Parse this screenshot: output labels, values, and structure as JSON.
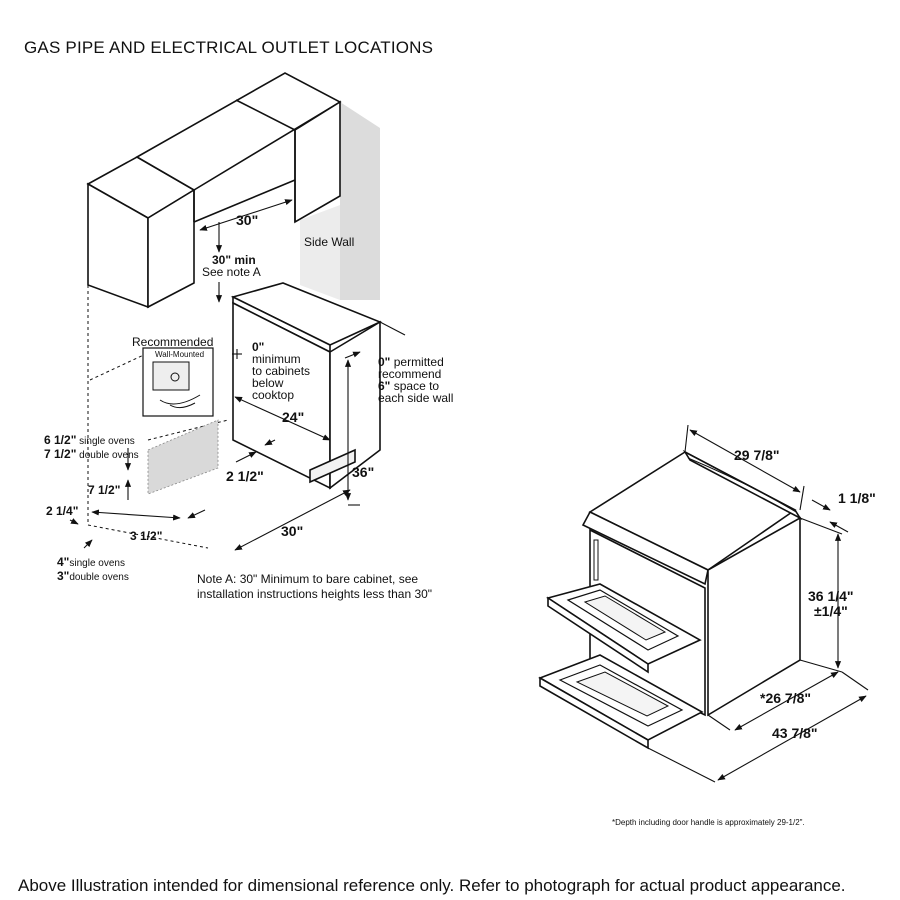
{
  "title": "GAS PIPE AND ELECTRICAL OUTLET LOCATIONS",
  "installation": {
    "cabinet_width": "30\"",
    "min_height_value": "30\" min",
    "min_height_note": "See note A",
    "side_wall": "Side Wall",
    "recommended": "Recommended",
    "wall_mounted": "Wall-Mounted",
    "clearance_value": "0\"",
    "clearance_lines": [
      "minimum",
      "to cabinets",
      "below",
      "cooktop"
    ],
    "side_value": "0\"",
    "side_permitted": "permitted",
    "side_recommend": "recommend",
    "side_space_value": "6\"",
    "side_space_text": "space to",
    "side_wall_text": "each side wall",
    "counter_depth": "24\"",
    "counter_height": "36\"",
    "base_offset": "2 1/2\"",
    "cutout_width": "30\"",
    "outlet_height_single_value": "6 1/2\"",
    "outlet_height_single_label": "single ovens",
    "outlet_height_double_value": "7 1/2\"",
    "outlet_height_double_label": "double ovens",
    "outlet_box_height": "7 1/2\"",
    "wall_offset": "2 1/4\"",
    "outlet_box_width": "3 1/2\"",
    "floor_single_value": "4\"",
    "floor_single_label": "single ovens",
    "floor_double_value": "3\"",
    "floor_double_label": "double ovens",
    "note_a_line1": "Note A: 30\" Minimum to bare cabinet, see",
    "note_a_line2": "installation instructions heights less than 30\""
  },
  "product": {
    "width": "29 7/8\"",
    "top_thickness": "1 1/8\"",
    "height_value": "36 1/4\"",
    "height_tolerance": "±1/4\"",
    "depth": "*26 7/8\"",
    "depth_door_open": "43 7/8\"",
    "depth_note": "*Depth including door handle is approximately 29-1/2\"."
  },
  "footer": "Above Illustration intended for dimensional reference only. Refer to photograph for actual product appearance."
}
